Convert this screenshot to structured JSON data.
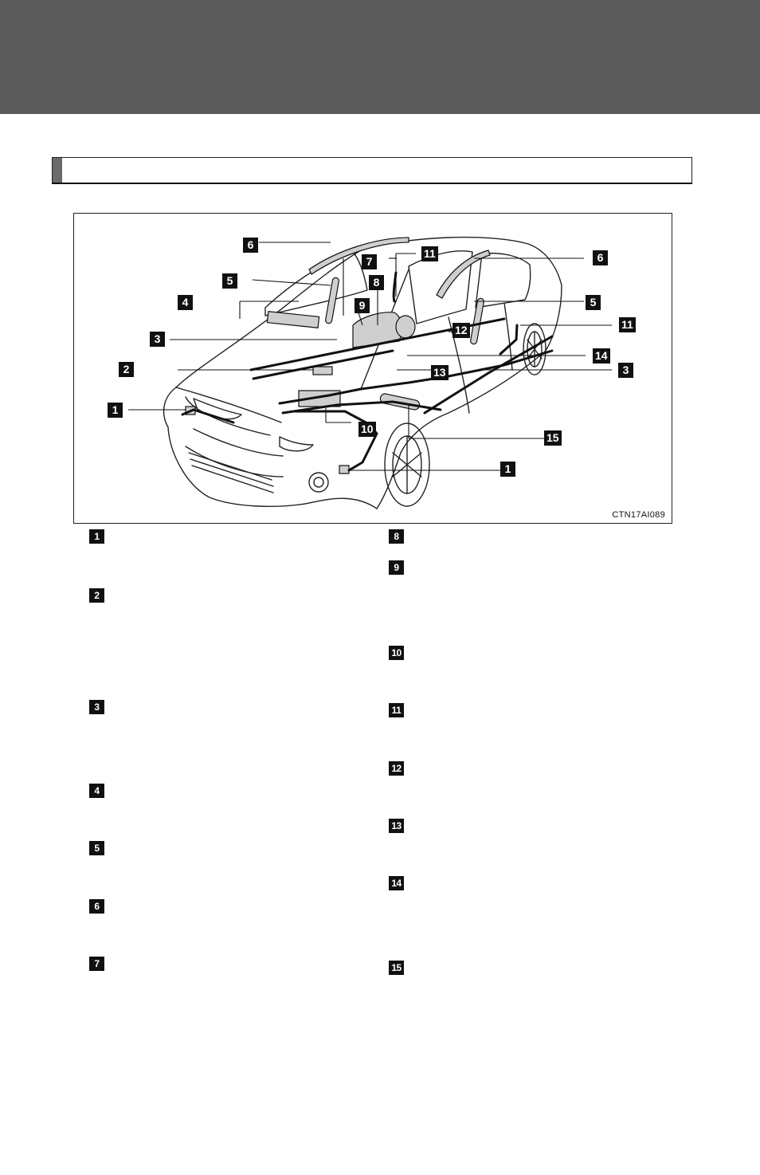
{
  "figure": {
    "code": "CTN17AI089",
    "callouts": [
      "1",
      "2",
      "3",
      "4",
      "5",
      "6",
      "7",
      "8",
      "9",
      "10",
      "11",
      "12",
      "13",
      "14",
      "15"
    ]
  },
  "legend": {
    "left": [
      "1",
      "2",
      "3",
      "4",
      "5",
      "6",
      "7"
    ],
    "right": [
      "8",
      "9",
      "10",
      "11",
      "12",
      "13",
      "14",
      "15"
    ]
  }
}
